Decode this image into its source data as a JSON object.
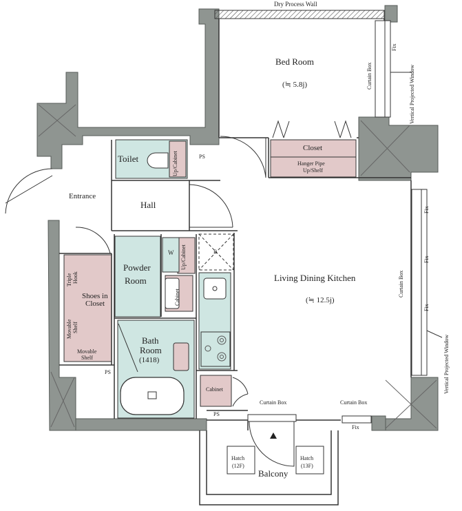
{
  "colors": {
    "wall": "#8f9591",
    "wall_stroke": "#555a57",
    "wet_area": "#cfe6e2",
    "closet": "#e2c9c9",
    "line": "#333333"
  },
  "labels": {
    "dry_process_wall": "Dry Process Wall",
    "bed_room": "Bed Room",
    "bed_room_size": "(≒ 5.8j)",
    "curtain_box": "Curtain Box",
    "fix": "Fix",
    "vertical_projected_window": "Vertical Projected Window",
    "toilet": "Toilet",
    "up_cabinet": "Up/Cabinet",
    "ps": "PS",
    "closet": "Closet",
    "hanger_pipe": "Hanger Pipe",
    "up_shelf": "Up/Shelf",
    "entrance": "Entrance",
    "hall": "Hall",
    "w": "W",
    "r": "R",
    "powder_room_1": "Powder",
    "powder_room_2": "Room",
    "cabinet": "Cabinet",
    "triple_hook_1": "Triple",
    "triple_hook_2": "Hook",
    "shoes_in_closet_1": "Shoes in",
    "shoes_in_closet_2": "Closet",
    "movable_shelf_1": "Movable",
    "movable_shelf_2": "Shelf",
    "bath_1": "Bath",
    "bath_2": "Room",
    "bath_3": "(1418)",
    "ldk": "Living Dining Kitchen",
    "ldk_size": "(≒ 12.5j)",
    "hatch": "Hatch",
    "hatch_12f": "(12F)",
    "hatch_13f": "(13F)",
    "balcony": "Balcony"
  }
}
